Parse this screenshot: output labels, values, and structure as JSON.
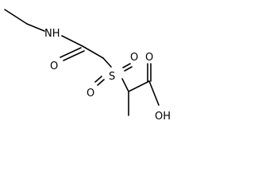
{
  "molecule": {
    "atoms": {
      "nh": "NH",
      "o_amide": "O",
      "s": "S",
      "o_sulfonyl_left": "O",
      "o_sulfonyl_right": "O",
      "o_carbonyl_acid": "O",
      "oh": "OH"
    }
  }
}
